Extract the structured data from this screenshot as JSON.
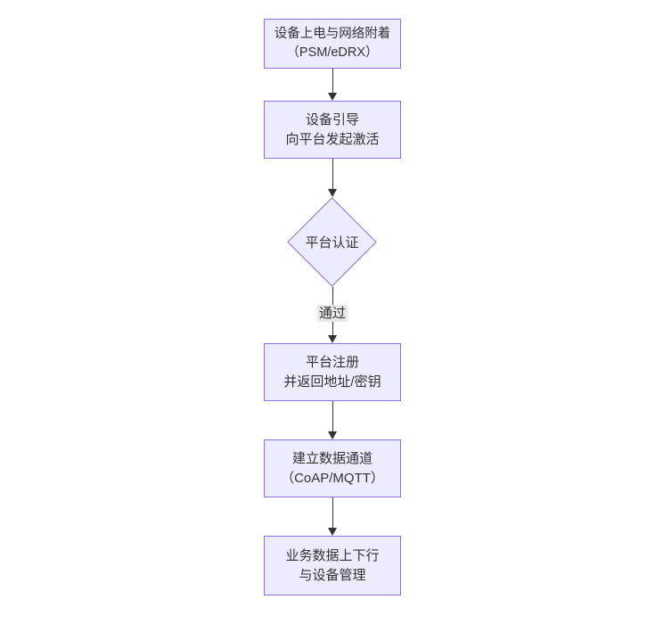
{
  "diagram": {
    "type": "flowchart",
    "direction": "top-down",
    "colors": {
      "bg": "#ffffff",
      "node_fill": "#ECECFF",
      "node_border": "#9370DB",
      "text": "#333333",
      "arrow": "#333333",
      "edge_label_bg": "#e8e8e8"
    },
    "nodes": [
      {
        "id": "power-attach",
        "shape": "rect",
        "lines": [
          "设备上电与网络附着",
          "（PSM/eDRX）"
        ]
      },
      {
        "id": "bootstrap",
        "shape": "rect",
        "lines": [
          "设备引导",
          "向平台发起激活"
        ]
      },
      {
        "id": "platform-auth",
        "shape": "diamond",
        "lines": [
          "平台认证"
        ]
      },
      {
        "id": "platform-register",
        "shape": "rect",
        "lines": [
          "平台注册",
          "并返回地址/密钥"
        ]
      },
      {
        "id": "data-channel",
        "shape": "rect",
        "lines": [
          "建立数据通道",
          "（CoAP/MQTT）"
        ]
      },
      {
        "id": "business-data",
        "shape": "rect",
        "lines": [
          "业务数据上下行",
          "与设备管理"
        ]
      }
    ],
    "edges": [
      {
        "from": "power-attach",
        "to": "bootstrap",
        "label": ""
      },
      {
        "from": "bootstrap",
        "to": "platform-auth",
        "label": ""
      },
      {
        "from": "platform-auth",
        "to": "platform-register",
        "label": "通过"
      },
      {
        "from": "platform-register",
        "to": "data-channel",
        "label": ""
      },
      {
        "from": "data-channel",
        "to": "business-data",
        "label": ""
      }
    ]
  }
}
